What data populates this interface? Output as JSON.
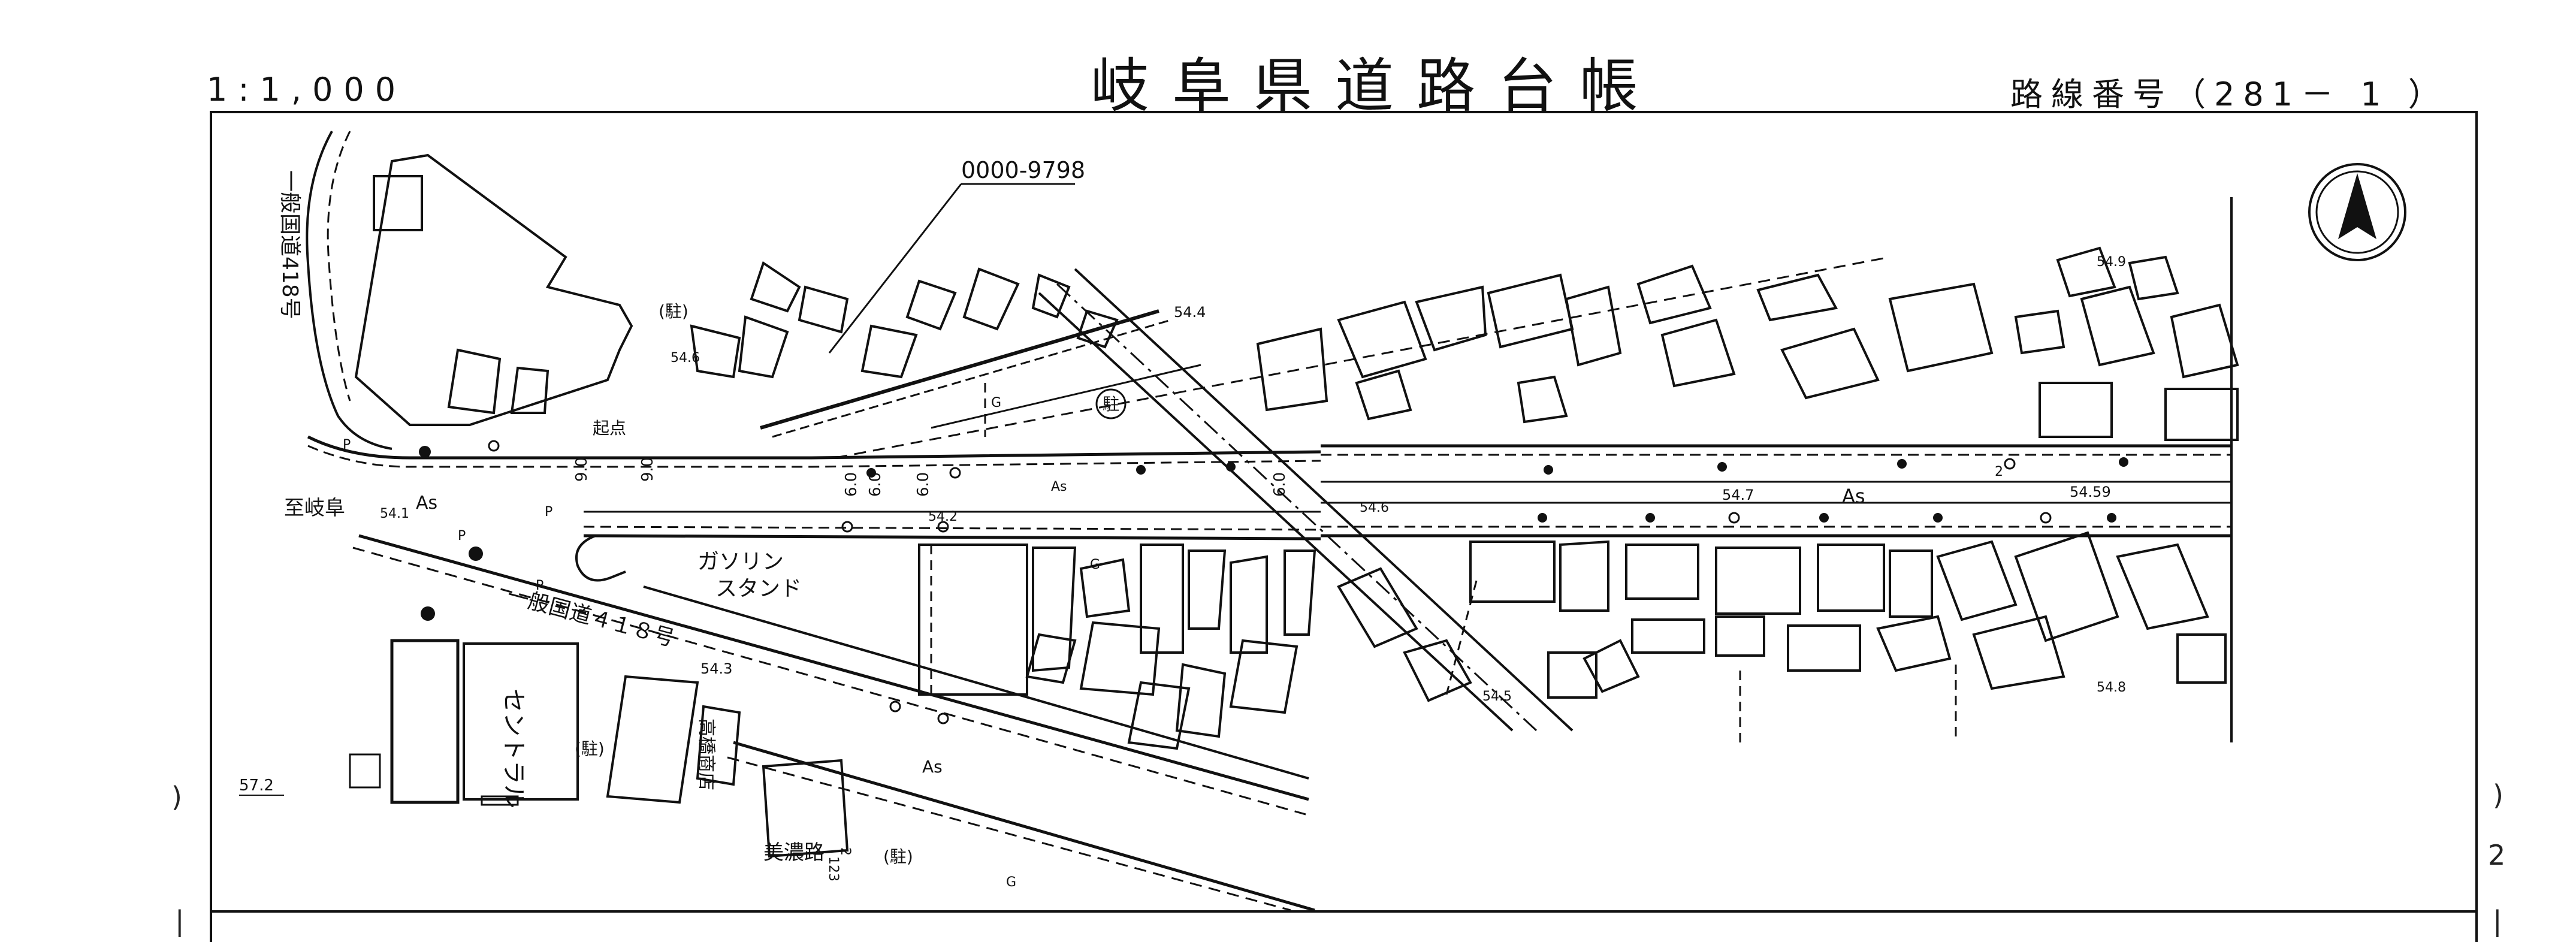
{
  "header": {
    "scale": "1:1,000",
    "title": "岐阜県道路台帳",
    "route_number": "路線番号（281－ 1 ）"
  },
  "map": {
    "north_arrow": "north-arrow-icon",
    "leader_label": "0000-9798",
    "road_labels": {
      "route418_upper": "一般国道418号",
      "route418_lower": "一般国道４１８号",
      "to_gifu": "至岐阜",
      "mino_road": "美濃路"
    },
    "place_labels": {
      "gas_station": "ガソリン\nスタンド",
      "gas_line1": "ガソリン",
      "gas_line2": "スタンド",
      "central_text": "セントラル",
      "takahashi": "高橋商店",
      "parking_1": "(駐)",
      "parking_2": "(駐)",
      "parking_3": "(駐)",
      "parking_circle": "駐",
      "kiten": "起点"
    },
    "surface_labels": [
      "As",
      "As",
      "As",
      "As",
      "G",
      "G",
      "G",
      "P",
      "P",
      "P",
      "P"
    ],
    "elevations": [
      "54.4",
      "54.6",
      "54.1",
      "54.2",
      "54.3",
      "54.5",
      "54.6",
      "54.7",
      "54.59",
      "54.8",
      "54.9",
      "57.2"
    ],
    "widths": [
      "9.0",
      "9.0",
      "6.0",
      "6.0",
      "6.0",
      "6.0"
    ],
    "misc": {
      "sheet_number_right": "2",
      "small_num_left": "123",
      "small_num_left2": "2"
    },
    "edges": {
      "left_mark": ")",
      "right_mark": ")",
      "right_number": "2",
      "bottom_left_mark": "|",
      "bottom_right_mark": "|"
    }
  }
}
